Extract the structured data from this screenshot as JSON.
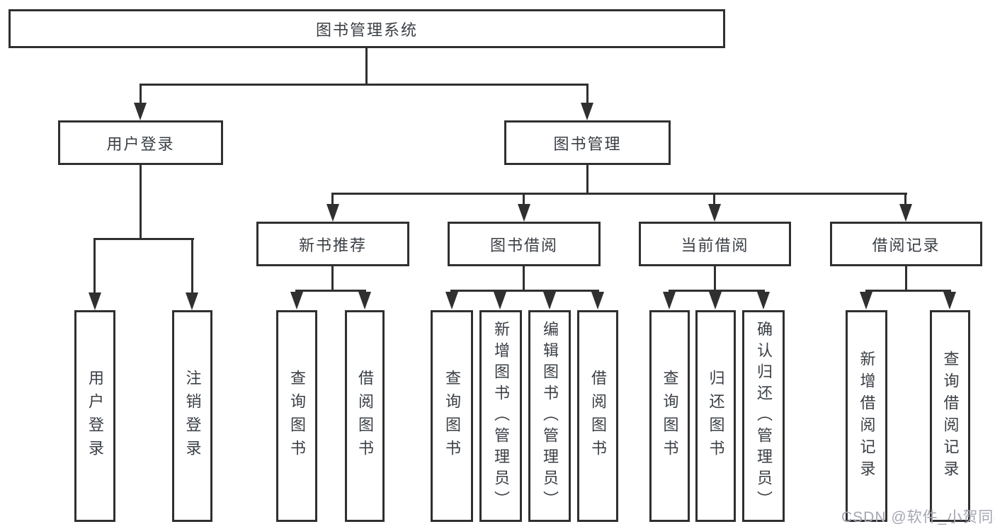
{
  "watermark": "CSDN @软件_小贺同学",
  "colors": {
    "line": "#303030",
    "box_border": "#303030",
    "box_fill": "#ffffff",
    "text": "#3a3f45",
    "watermark_text": "#a4a6b3"
  },
  "diagram": {
    "type": "hierarchy-tree",
    "root": {
      "label": "图书管理系统"
    },
    "level1": [
      {
        "label": "用户登录",
        "children": [
          {
            "label": "用户登录"
          },
          {
            "label": "注销登录"
          }
        ]
      },
      {
        "label": "图书管理",
        "children": [
          {
            "label": "新书推荐",
            "children": [
              {
                "label": "查询图书"
              },
              {
                "label": "借阅图书"
              }
            ]
          },
          {
            "label": "图书借阅",
            "children": [
              {
                "label": "查询图书"
              },
              {
                "label": "新增图书（管理员）"
              },
              {
                "label": "编辑图书（管理员）"
              },
              {
                "label": "借阅图书"
              }
            ]
          },
          {
            "label": "当前借阅",
            "children": [
              {
                "label": "查询图书"
              },
              {
                "label": "归还图书"
              },
              {
                "label": "确认归还（管理员）"
              }
            ]
          },
          {
            "label": "借阅记录",
            "children": [
              {
                "label": "新增借阅记录"
              },
              {
                "label": "查询借阅记录"
              }
            ]
          }
        ]
      }
    ]
  }
}
